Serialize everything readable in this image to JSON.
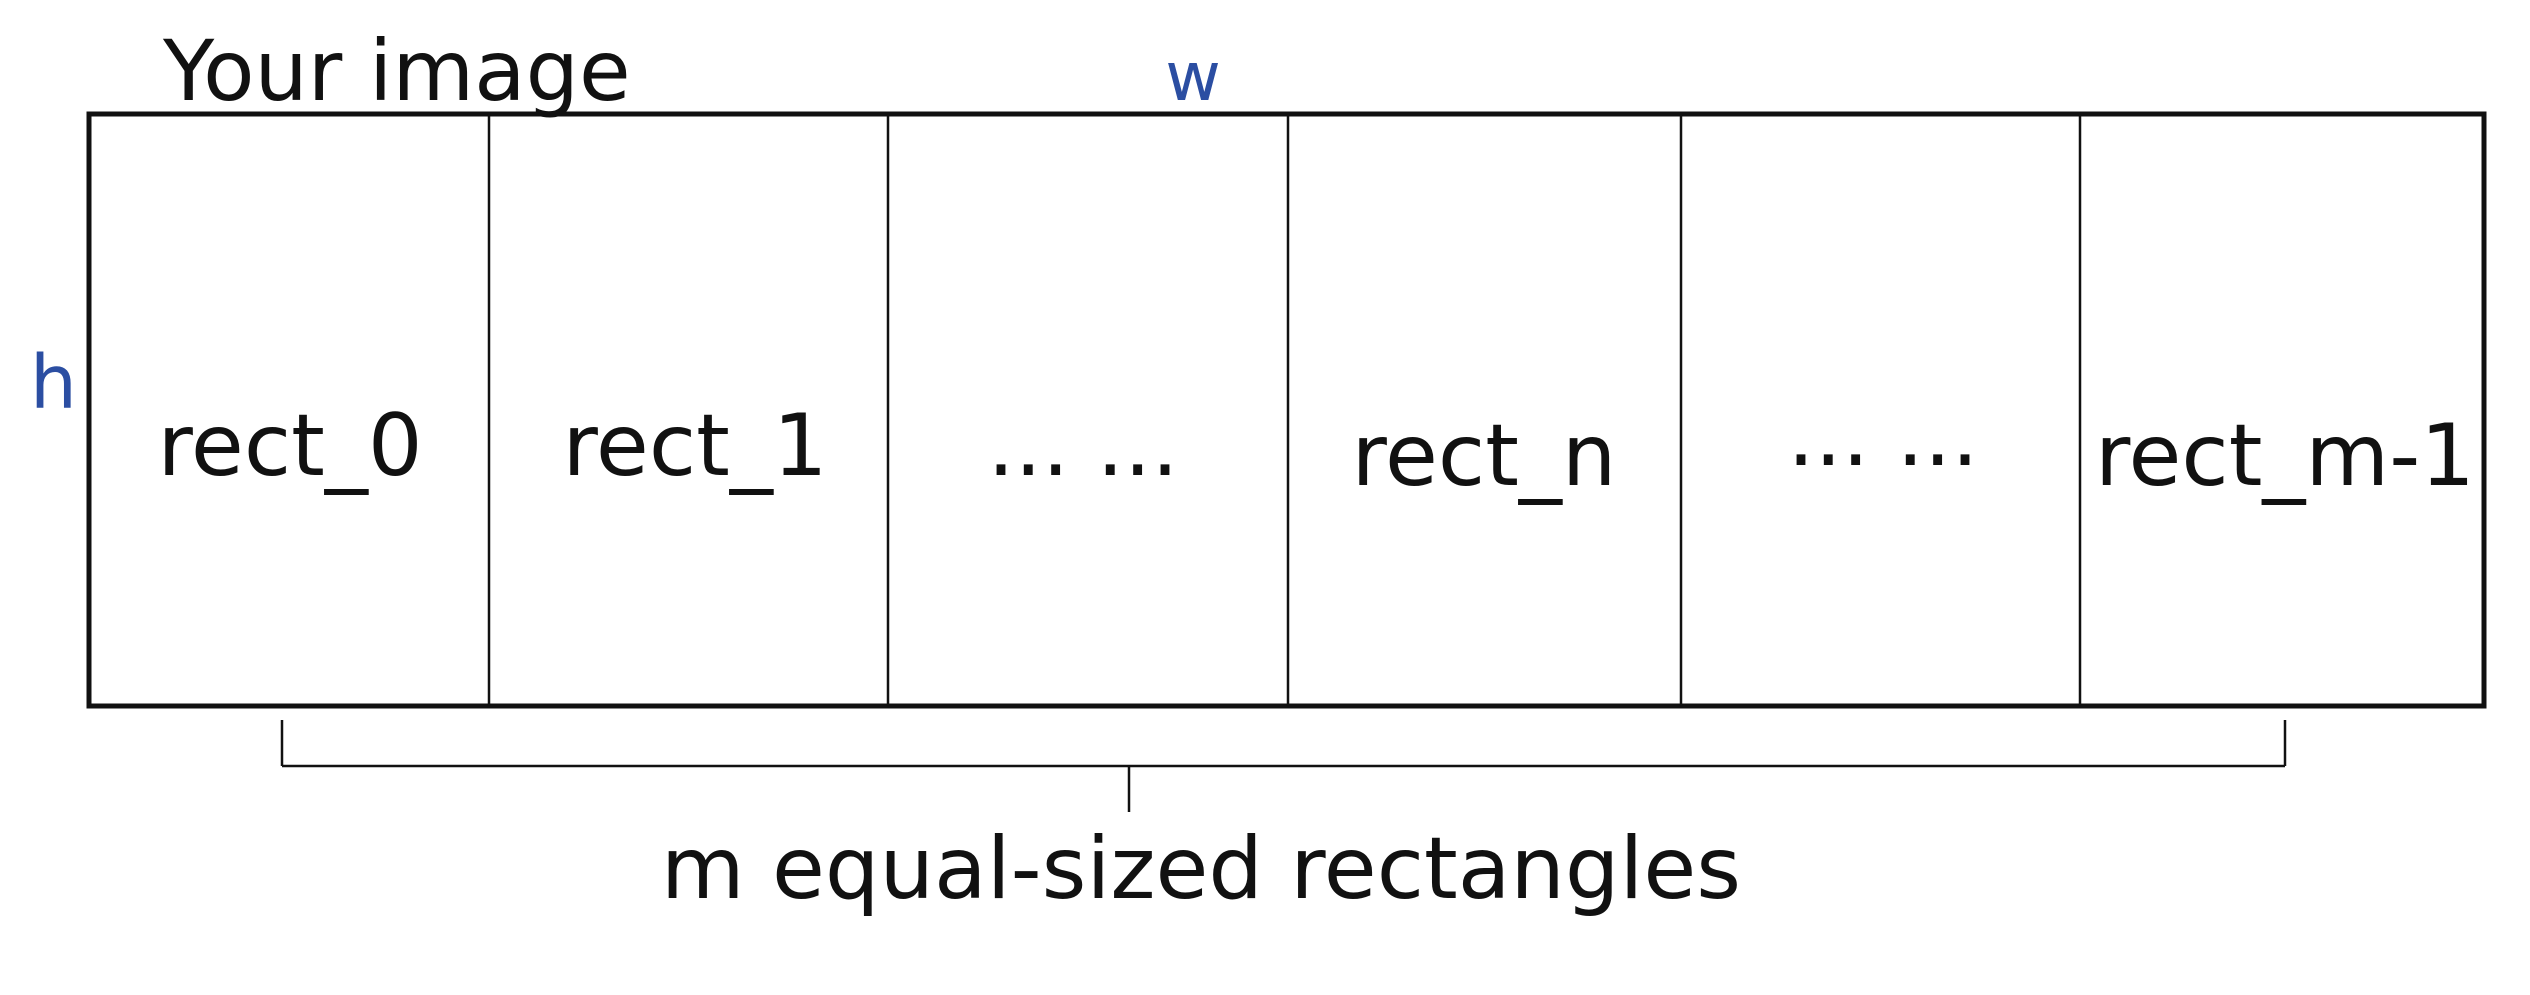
{
  "title": "Your image",
  "dimensions": {
    "width_label": "w",
    "height_label": "h",
    "color": "#2b4ea2"
  },
  "rectangles": [
    {
      "label": "rect_0"
    },
    {
      "label": "rect_1"
    },
    {
      "label": "... ..."
    },
    {
      "label": "rect_n"
    },
    {
      "label": "... ..."
    },
    {
      "label": "rect_m-1"
    }
  ],
  "brace_caption": "m equal-sized rectangles"
}
